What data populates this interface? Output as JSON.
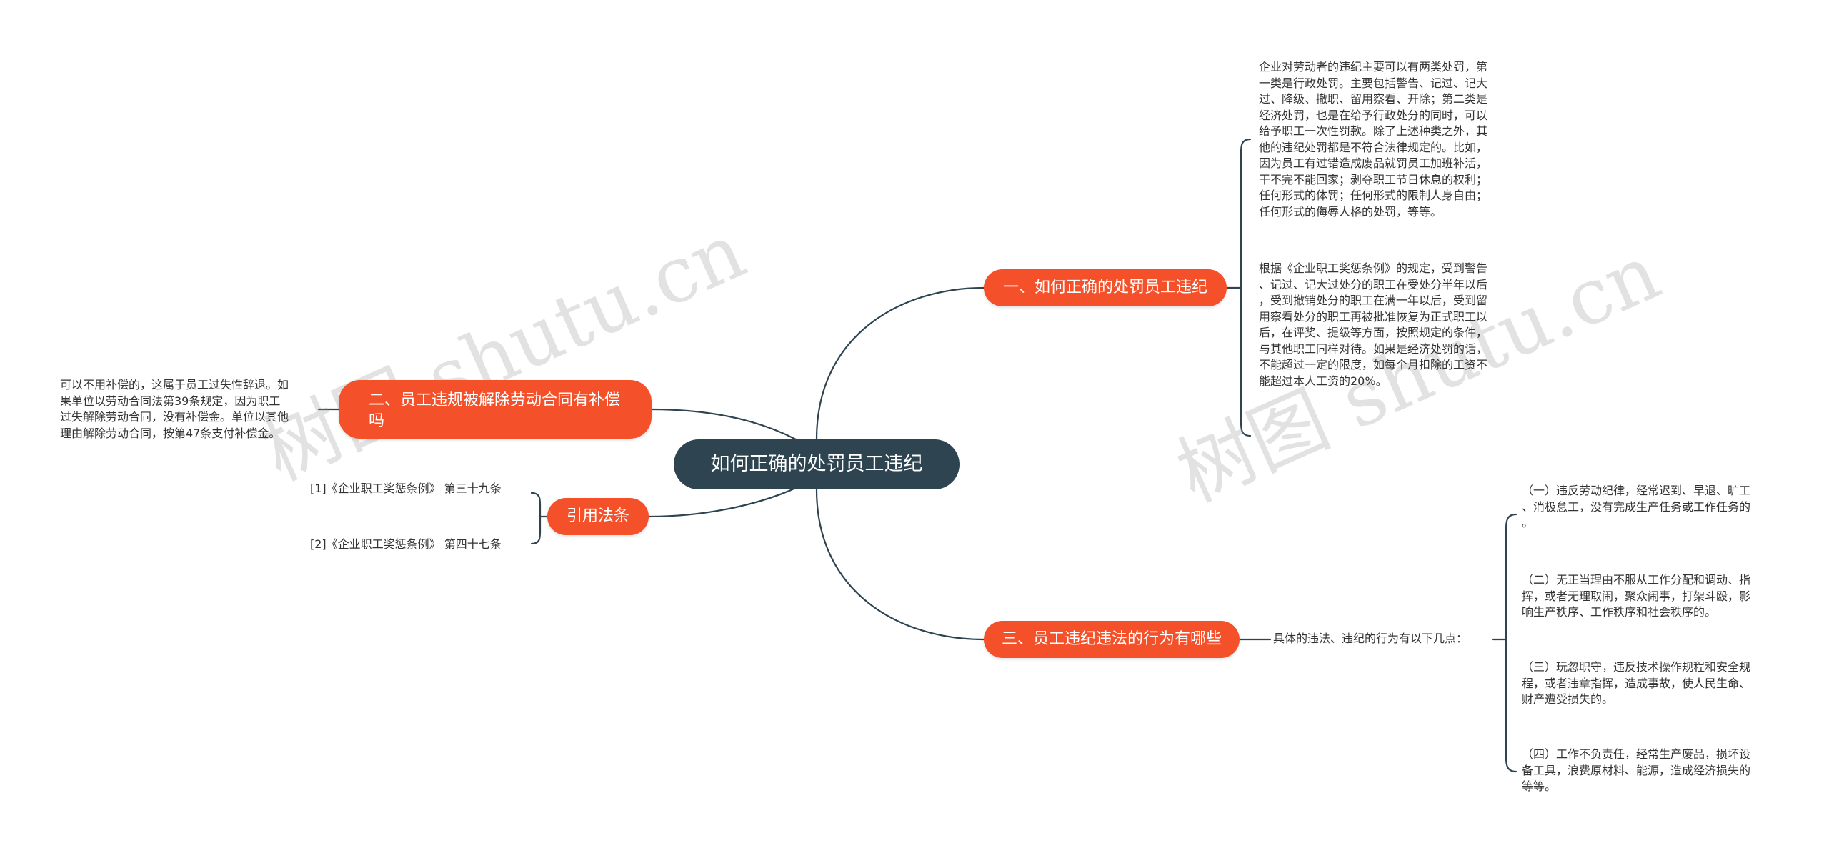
{
  "root": {
    "label": "如何正确的处罚员工违纪"
  },
  "branches": {
    "b1": {
      "label": "一、如何正确的处罚员工违纪"
    },
    "b2": {
      "label": "二、员工违规被解除劳动合同有补偿吗"
    },
    "b3": {
      "label": "三、员工违纪违法的行为有哪些"
    },
    "b4": {
      "label": "引用法条"
    }
  },
  "leaves": {
    "t1": "企业对劳动者的违纪主要可以有两类处罚，第\n一类是行政处罚。主要包括警告、记过、记大\n过、降级、撤职、留用察看、开除；第二类是\n经济处罚，也是在给予行政处分的同时，可以\n给予职工一次性罚款。除了上述种类之外，其\n他的违纪处罚都是不符合法律规定的。比如，\n因为员工有过错造成废品就罚员工加班补活，\n干不完不能回家；剥夺职工节日休息的权利；\n任何形式的体罚；任何形式的限制人身自由；\n任何形式的侮辱人格的处罚，等等。",
    "t2": "根据《企业职工奖惩条例》的规定，受到警告\n、记过、记大过处分的职工在受处分半年以后\n，受到撤销处分的职工在满一年以后，受到留\n用察看处分的职工再被批准恢复为正式职工以\n后，在评奖、提级等方面，按照规定的条件，\n与其他职工同样对待。如果是经济处罚的话，\n不能超过一定的限度，如每个月扣除的工资不\n能超过本人工资的20%。",
    "t3": "可以不用补偿的，这属于员工过失性辞退。如\n果单位以劳动合同法第39条规定，因为职工\n过失解除劳动合同，没有补偿金。单位以其他\n理由解除劳动合同，按第47条支付补偿金。",
    "ref1": "[1]《企业职工奖惩条例》 第三十九条",
    "ref2": "[2]《企业职工奖惩条例》 第四十七条",
    "intro": "具体的违法、违纪的行为有以下几点：",
    "i1": "（一）违反劳动纪律，经常迟到、早退、旷工\n、消极怠工，没有完成生产任务或工作任务的\n。",
    "i2": "（二）无正当理由不服从工作分配和调动、指\n挥，或者无理取闹，聚众闹事，打架斗殴，影\n响生产秩序、工作秩序和社会秩序的。",
    "i3": "（三）玩忽职守，违反技术操作规程和安全规\n程，或者违章指挥，造成事故，使人民生命、\n财产遭受损失的。",
    "i4": "（四）工作不负责任，经常生产废品，损坏设\n备工具，浪费原材料、能源，造成经济损失的\n等等。"
  },
  "watermarks": {
    "wm1": "树图 shutu.cn",
    "wm2": "树图 shutu.cn"
  },
  "colors": {
    "root": "#2e4450",
    "branch": "#f4502a",
    "line": "#2e4450",
    "text": "#333333"
  }
}
